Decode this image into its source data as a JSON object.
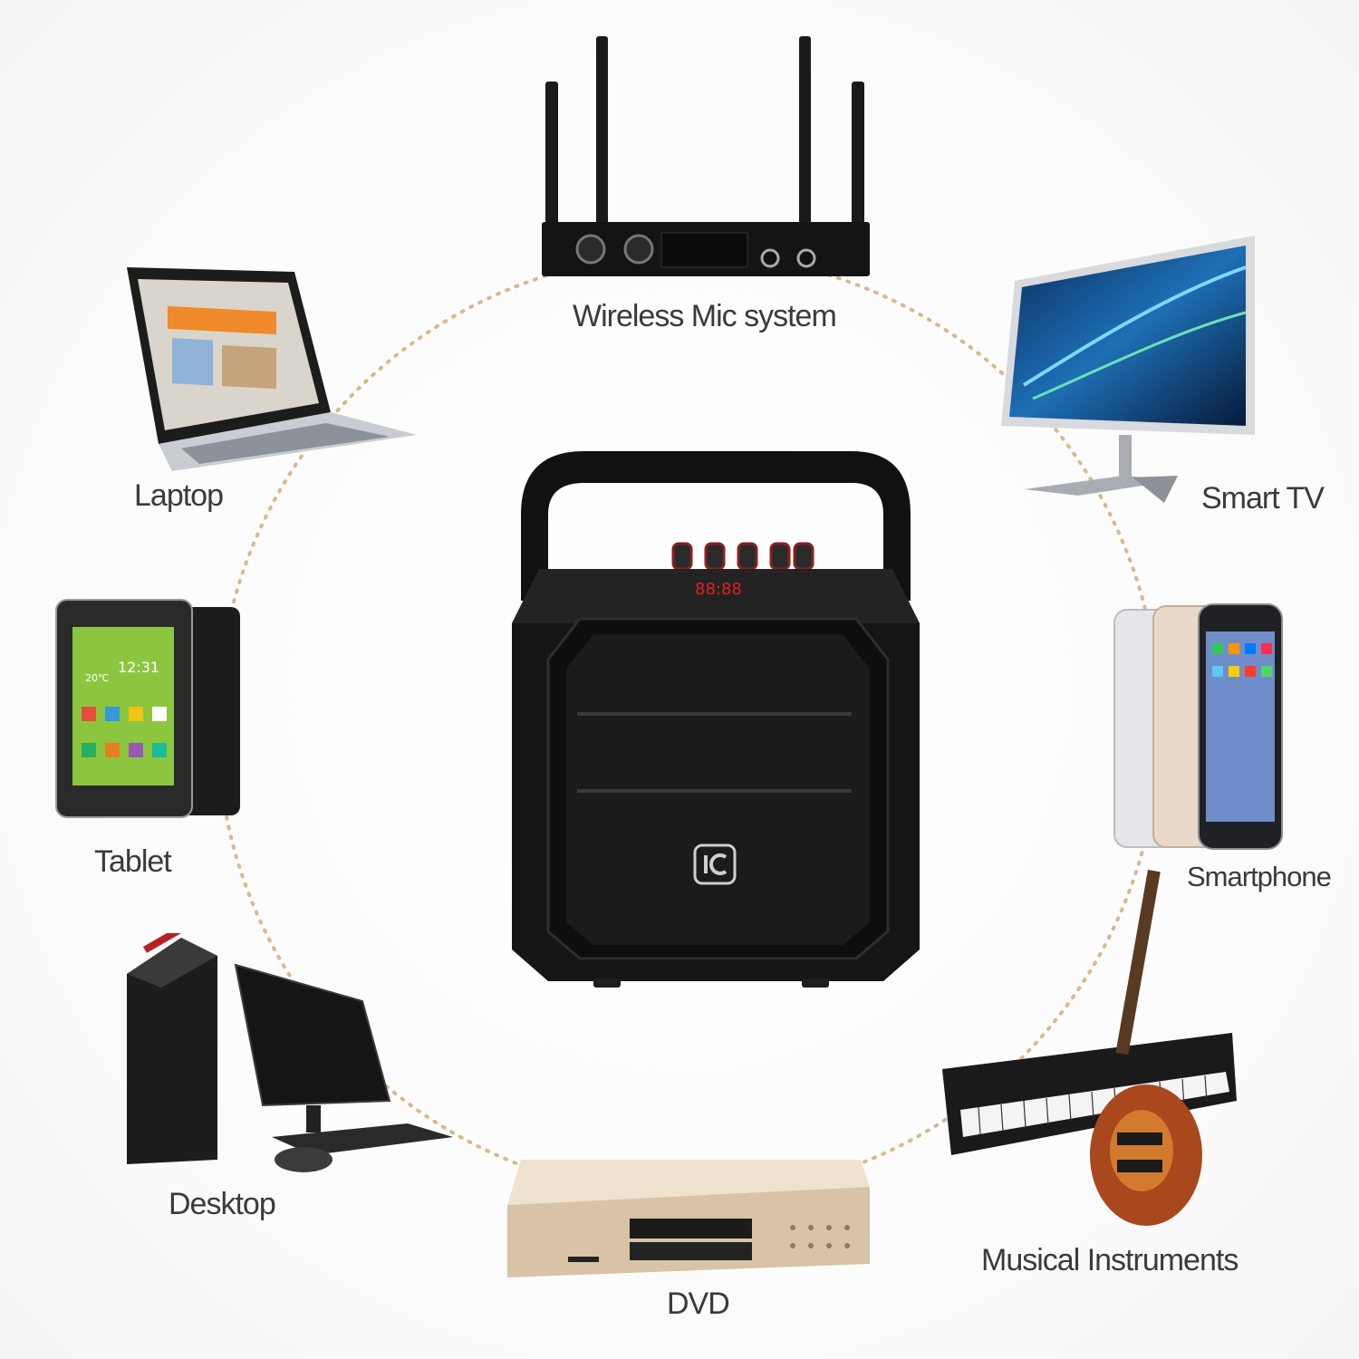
{
  "devices": {
    "wireless_mic": {
      "label": "Wireless Mic system"
    },
    "laptop": {
      "label": "Laptop"
    },
    "smart_tv": {
      "label": "Smart TV"
    },
    "tablet": {
      "label": "Tablet"
    },
    "smartphone": {
      "label": "Smartphone"
    },
    "desktop": {
      "label": "Desktop"
    },
    "dvd": {
      "label": "DVD"
    },
    "musical_instruments": {
      "label": "Musical Instruments"
    }
  },
  "speaker": {
    "display_readout": "88:88"
  },
  "tablet_screen": {
    "clock": "12:31",
    "temperature": "20℃"
  },
  "colors": {
    "ring_dots": "#d9b98a",
    "label_text": "#3a3a3a",
    "speaker_body": "#151515",
    "display_red": "#e02020"
  },
  "icons": [
    "speaker-logo-icon"
  ]
}
